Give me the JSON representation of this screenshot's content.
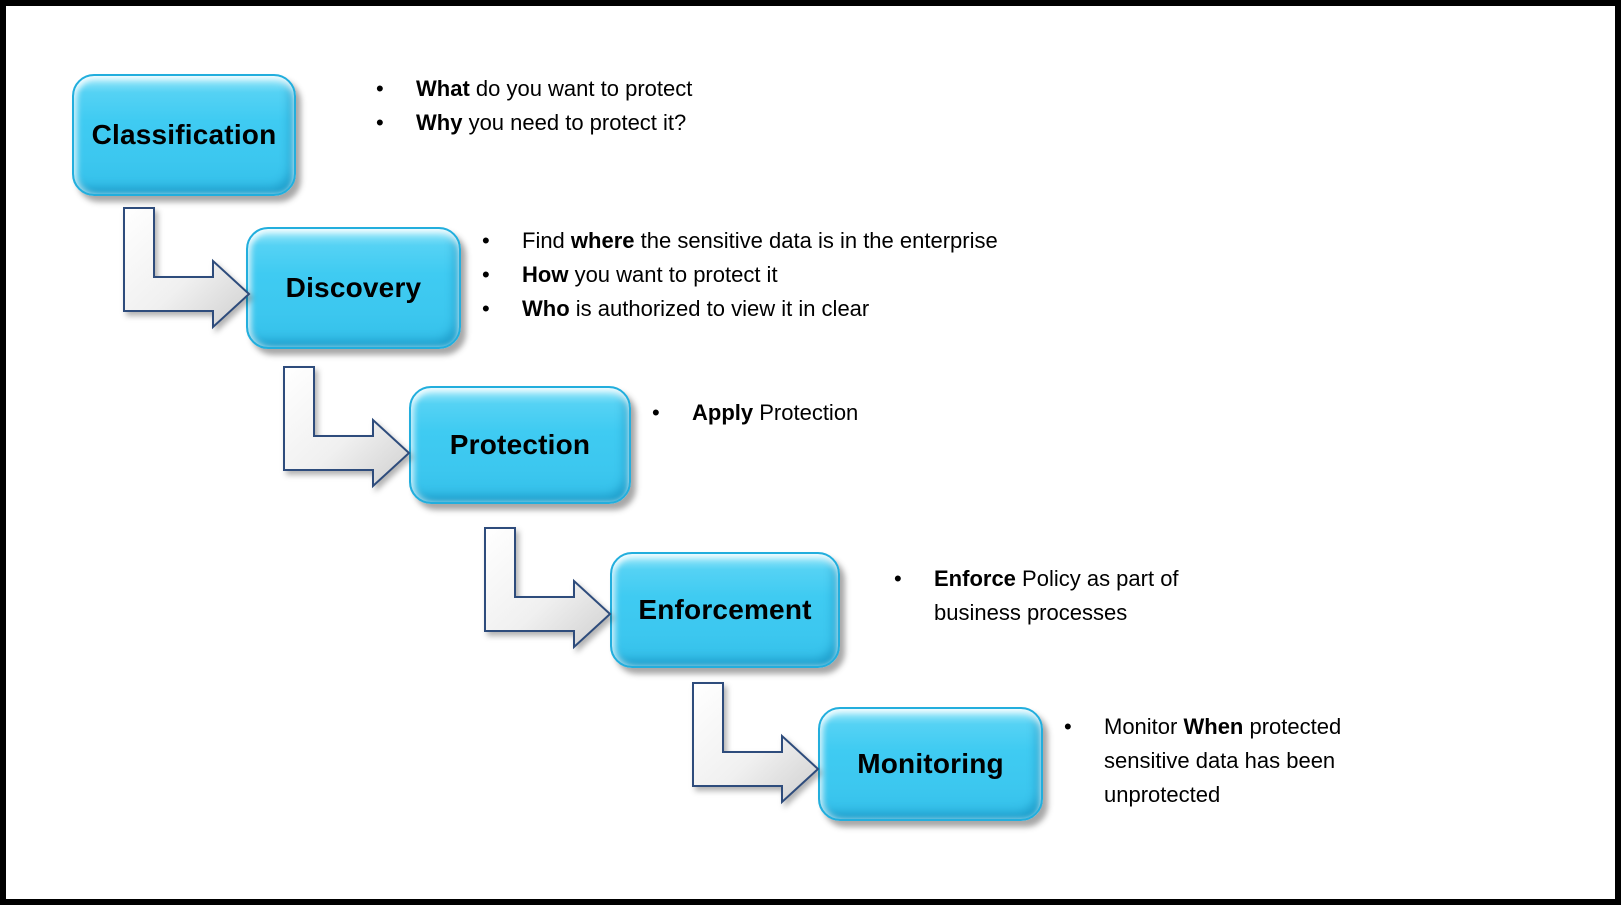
{
  "diagram": {
    "description": "Data protection lifecycle stepped flow diagram",
    "colors": {
      "box_fill": "#3fcbf2",
      "box_highlight": "#9ee9fb",
      "box_border": "#22aedd",
      "arrow_fill_light": "#ffffff",
      "arrow_fill_dark": "#d2d2d2",
      "arrow_outline": "#2e4c7c",
      "text": "#000000",
      "canvas_border": "#000000",
      "background": "#ffffff"
    },
    "steps": [
      {
        "label": "Classification",
        "bullets": [
          {
            "lines": [
              [
                {
                  "text": "What",
                  "bold": true
                },
                {
                  "text": " do you want to protect",
                  "bold": false
                }
              ]
            ]
          },
          {
            "lines": [
              [
                {
                  "text": "Why",
                  "bold": true
                },
                {
                  "text": " you need to protect it?",
                  "bold": false
                }
              ]
            ]
          }
        ]
      },
      {
        "label": "Discovery",
        "bullets": [
          {
            "lines": [
              [
                {
                  "text": "Find ",
                  "bold": false
                },
                {
                  "text": "where",
                  "bold": true
                },
                {
                  "text": " the sensitive data is in the enterprise",
                  "bold": false
                }
              ]
            ]
          },
          {
            "lines": [
              [
                {
                  "text": "How",
                  "bold": true
                },
                {
                  "text": " you want to protect it",
                  "bold": false
                }
              ]
            ]
          },
          {
            "lines": [
              [
                {
                  "text": "Who",
                  "bold": true
                },
                {
                  "text": " is authorized to view it in clear",
                  "bold": false
                }
              ]
            ]
          }
        ]
      },
      {
        "label": "Protection",
        "bullets": [
          {
            "lines": [
              [
                {
                  "text": "Apply",
                  "bold": true
                },
                {
                  "text": " Protection",
                  "bold": false
                }
              ]
            ]
          }
        ]
      },
      {
        "label": "Enforcement",
        "bullets": [
          {
            "lines": [
              [
                {
                  "text": "Enforce",
                  "bold": true
                },
                {
                  "text": " Policy as part of",
                  "bold": false
                }
              ],
              [
                {
                  "text": "business processes",
                  "bold": false
                }
              ]
            ]
          }
        ]
      },
      {
        "label": "Monitoring",
        "bullets": [
          {
            "lines": [
              [
                {
                  "text": "Monitor ",
                  "bold": false
                },
                {
                  "text": "When",
                  "bold": true
                },
                {
                  "text": " protected",
                  "bold": false
                }
              ],
              [
                {
                  "text": "sensitive data has been",
                  "bold": false
                }
              ],
              [
                {
                  "text": "unprotected",
                  "bold": false
                }
              ]
            ]
          }
        ]
      }
    ]
  }
}
